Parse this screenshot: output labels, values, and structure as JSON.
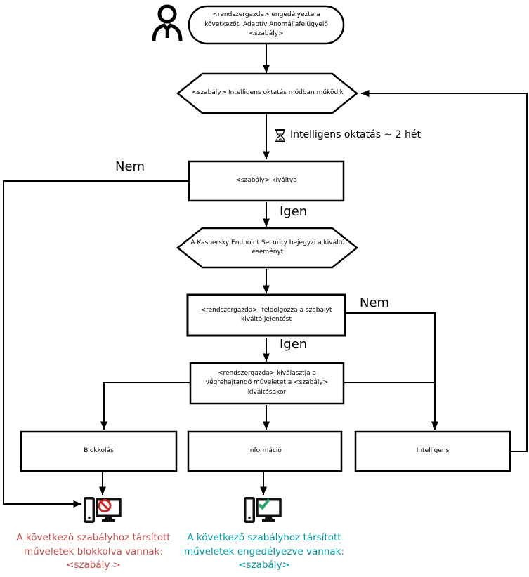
{
  "flowchart": {
    "start": "<rendszergazda> engedélyezte a\nkövetkezőt: Adaptív Anomáliafelügyelő\n<szabály>",
    "training_mode": "<szabály> Intelligens oktatás módban működik",
    "training_duration": "Intelligens oktatás ~ 2 hét",
    "rule_triggered": "<szabály> kiváltva",
    "event_logged": "A Kaspersky Endpoint Security bejegyzi a kiváltó\neseményt",
    "report_processed": "<rendszergazda>  feldolgozza a szabályt\nkiváltó jelentést",
    "action_selected": "<rendszergazda> kiválasztja a\nvégrehajtandó műveletet a <szabály>\nkiváltásakor",
    "actions": {
      "block": "Blokkolás",
      "inform": "Információ",
      "smart": "Intelligens"
    },
    "edge_labels": {
      "no_1": "Nem",
      "yes_1": "Igen",
      "no_2": "Nem",
      "yes_2": "Igen"
    },
    "results": {
      "blocked": "A következő szabályhoz társított\nműveletek blokkolva vannak:\n<szabály >",
      "allowed": "A következő szabályhoz társított\nműveletek engedélyezve vannak:\n<szabály>"
    },
    "icons": {
      "admin": "person-icon",
      "wait": "hourglass-icon",
      "blocked_pc": "computer-blocked-icon",
      "allowed_pc": "computer-allowed-icon"
    }
  },
  "colors": {
    "line": "#000000",
    "blocked_text": "#c4514d",
    "allowed_text": "#0099a0",
    "prohibition": "#c62b2b",
    "check": "#2aa36a"
  }
}
